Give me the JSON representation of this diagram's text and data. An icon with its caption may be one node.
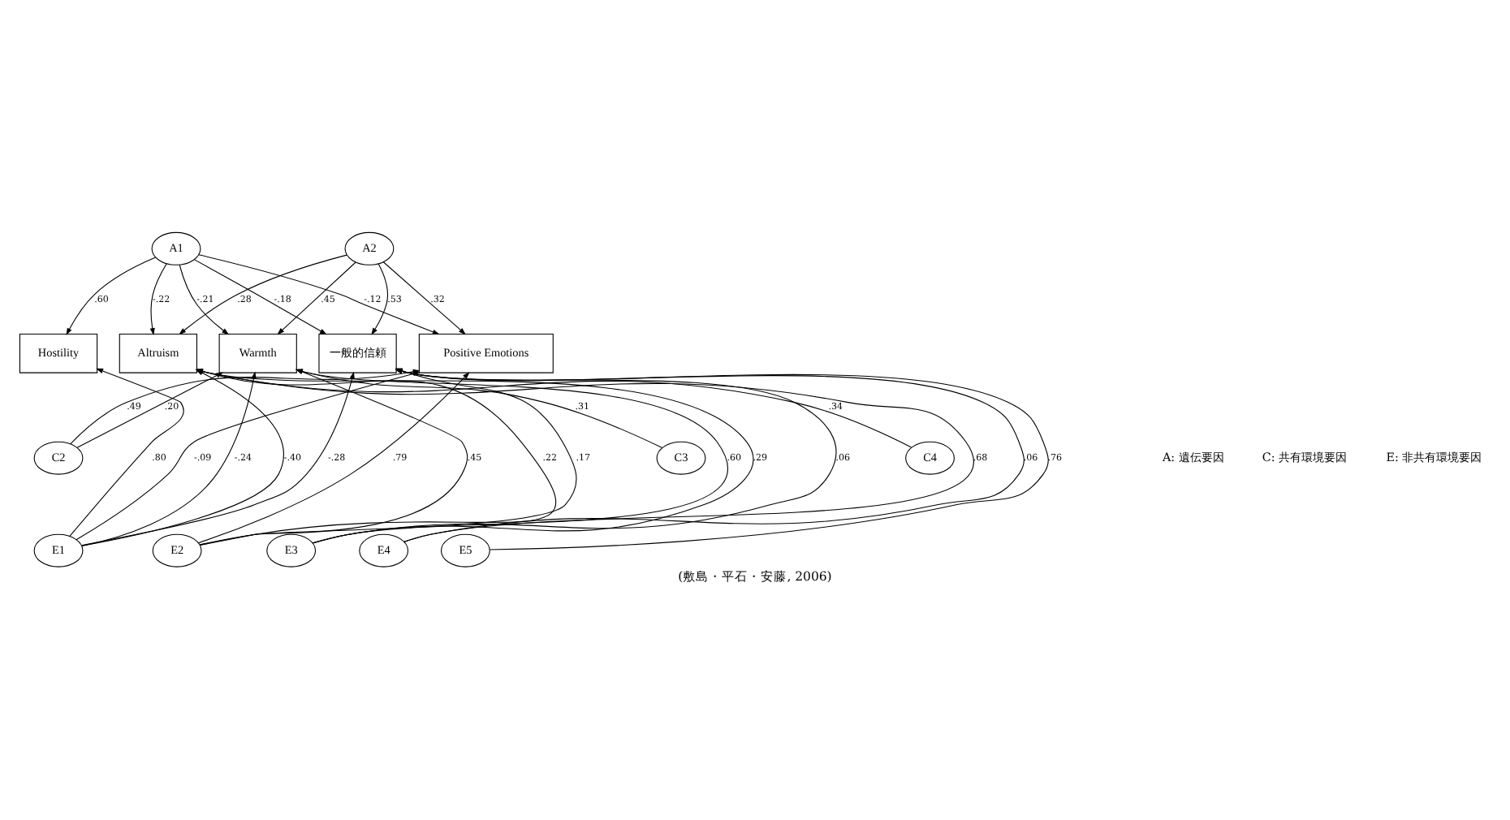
{
  "diagram": {
    "caption": "(敷島・平石・安藤, 2006)",
    "nodes": [
      {
        "text": [
          "A1"
        ]
      },
      {
        "text": [
          "A2"
        ]
      },
      {
        "text": [
          "Hostility"
        ]
      },
      {
        "text": [
          "Positive Emotions"
        ]
      },
      {
        "text": [
          "Warmth"
        ]
      },
      {
        "text": [
          "Altruism"
        ]
      },
      {
        "text": [
          "一般的信頼"
        ]
      },
      {
        "text": [
          "C2"
        ]
      },
      {
        "text": [
          "C3"
        ]
      },
      {
        "text": [
          "C4"
        ]
      },
      {
        "text": [
          "E1"
        ]
      },
      {
        "text": [
          "E2"
        ]
      },
      {
        "text": [
          "E3"
        ]
      },
      {
        "text": [
          "E4"
        ]
      },
      {
        "text": [
          "E5"
        ]
      }
    ],
    "edges": [
      {
        "from": 0,
        "to": 2,
        "arrow": "to",
        "label": ".60"
      },
      {
        "from": 0,
        "to": 3,
        "arrow": "to",
        "label": "-.12"
      },
      {
        "from": 0,
        "to": 4,
        "arrow": "to",
        "label": "-.21"
      },
      {
        "from": 0,
        "to": 5,
        "arrow": "to",
        "label": "-.22"
      },
      {
        "from": 0,
        "to": 6,
        "arrow": "to",
        "label": "-.18"
      },
      {
        "from": 1,
        "to": 3,
        "arrow": "to",
        "label": ".32"
      },
      {
        "from": 1,
        "to": 4,
        "arrow": "to",
        "label": ".45"
      },
      {
        "from": 1,
        "to": 5,
        "arrow": "to",
        "label": ".28"
      },
      {
        "from": 1,
        "to": 6,
        "arrow": "to",
        "label": ".53"
      },
      {
        "from": 7,
        "to": 3,
        "arrow": "to",
        "label": ".49"
      },
      {
        "from": 7,
        "to": 4,
        "arrow": "to",
        "label": ".20"
      },
      {
        "from": 8,
        "to": 4,
        "arrow": "to",
        "label": ".31"
      },
      {
        "from": 9,
        "to": 5,
        "arrow": "to",
        "label": ".34"
      },
      {
        "from": 10,
        "to": 2,
        "arrow": "to",
        "label": ".80"
      },
      {
        "from": 10,
        "to": 3,
        "arrow": "to",
        "label": "-.09"
      },
      {
        "from": 10,
        "to": 4,
        "arrow": "to",
        "label": "-.24"
      },
      {
        "from": 10,
        "to": 5,
        "arrow": "to",
        "label": "-.40"
      },
      {
        "from": 10,
        "to": 6,
        "arrow": "to",
        "label": "-.28"
      },
      {
        "from": 11,
        "to": 3,
        "arrow": "to",
        "label": ".79"
      },
      {
        "from": 11,
        "to": 4,
        "arrow": "to",
        "label": ".45"
      },
      {
        "from": 11,
        "to": 5,
        "arrow": "to",
        "label": ".22"
      },
      {
        "from": 11,
        "to": 6,
        "arrow": "to",
        "label": ".17"
      },
      {
        "from": 12,
        "to": 4,
        "arrow": "to",
        "label": ".60"
      },
      {
        "from": 12,
        "to": 5,
        "arrow": "to",
        "label": ".29"
      },
      {
        "from": 12,
        "to": 6,
        "arrow": "to",
        "label": ".06"
      },
      {
        "from": 13,
        "to": 5,
        "arrow": "to",
        "label": ".68"
      },
      {
        "from": 13,
        "to": 6,
        "arrow": "to",
        "label": ".06"
      },
      {
        "from": 14,
        "to": 6,
        "arrow": "to",
        "label": ".76"
      }
    ],
    "labels": [
      "A: 遺伝要因",
      "C: 共有環境要因",
      "E: 非共有環境要因"
    ]
  }
}
